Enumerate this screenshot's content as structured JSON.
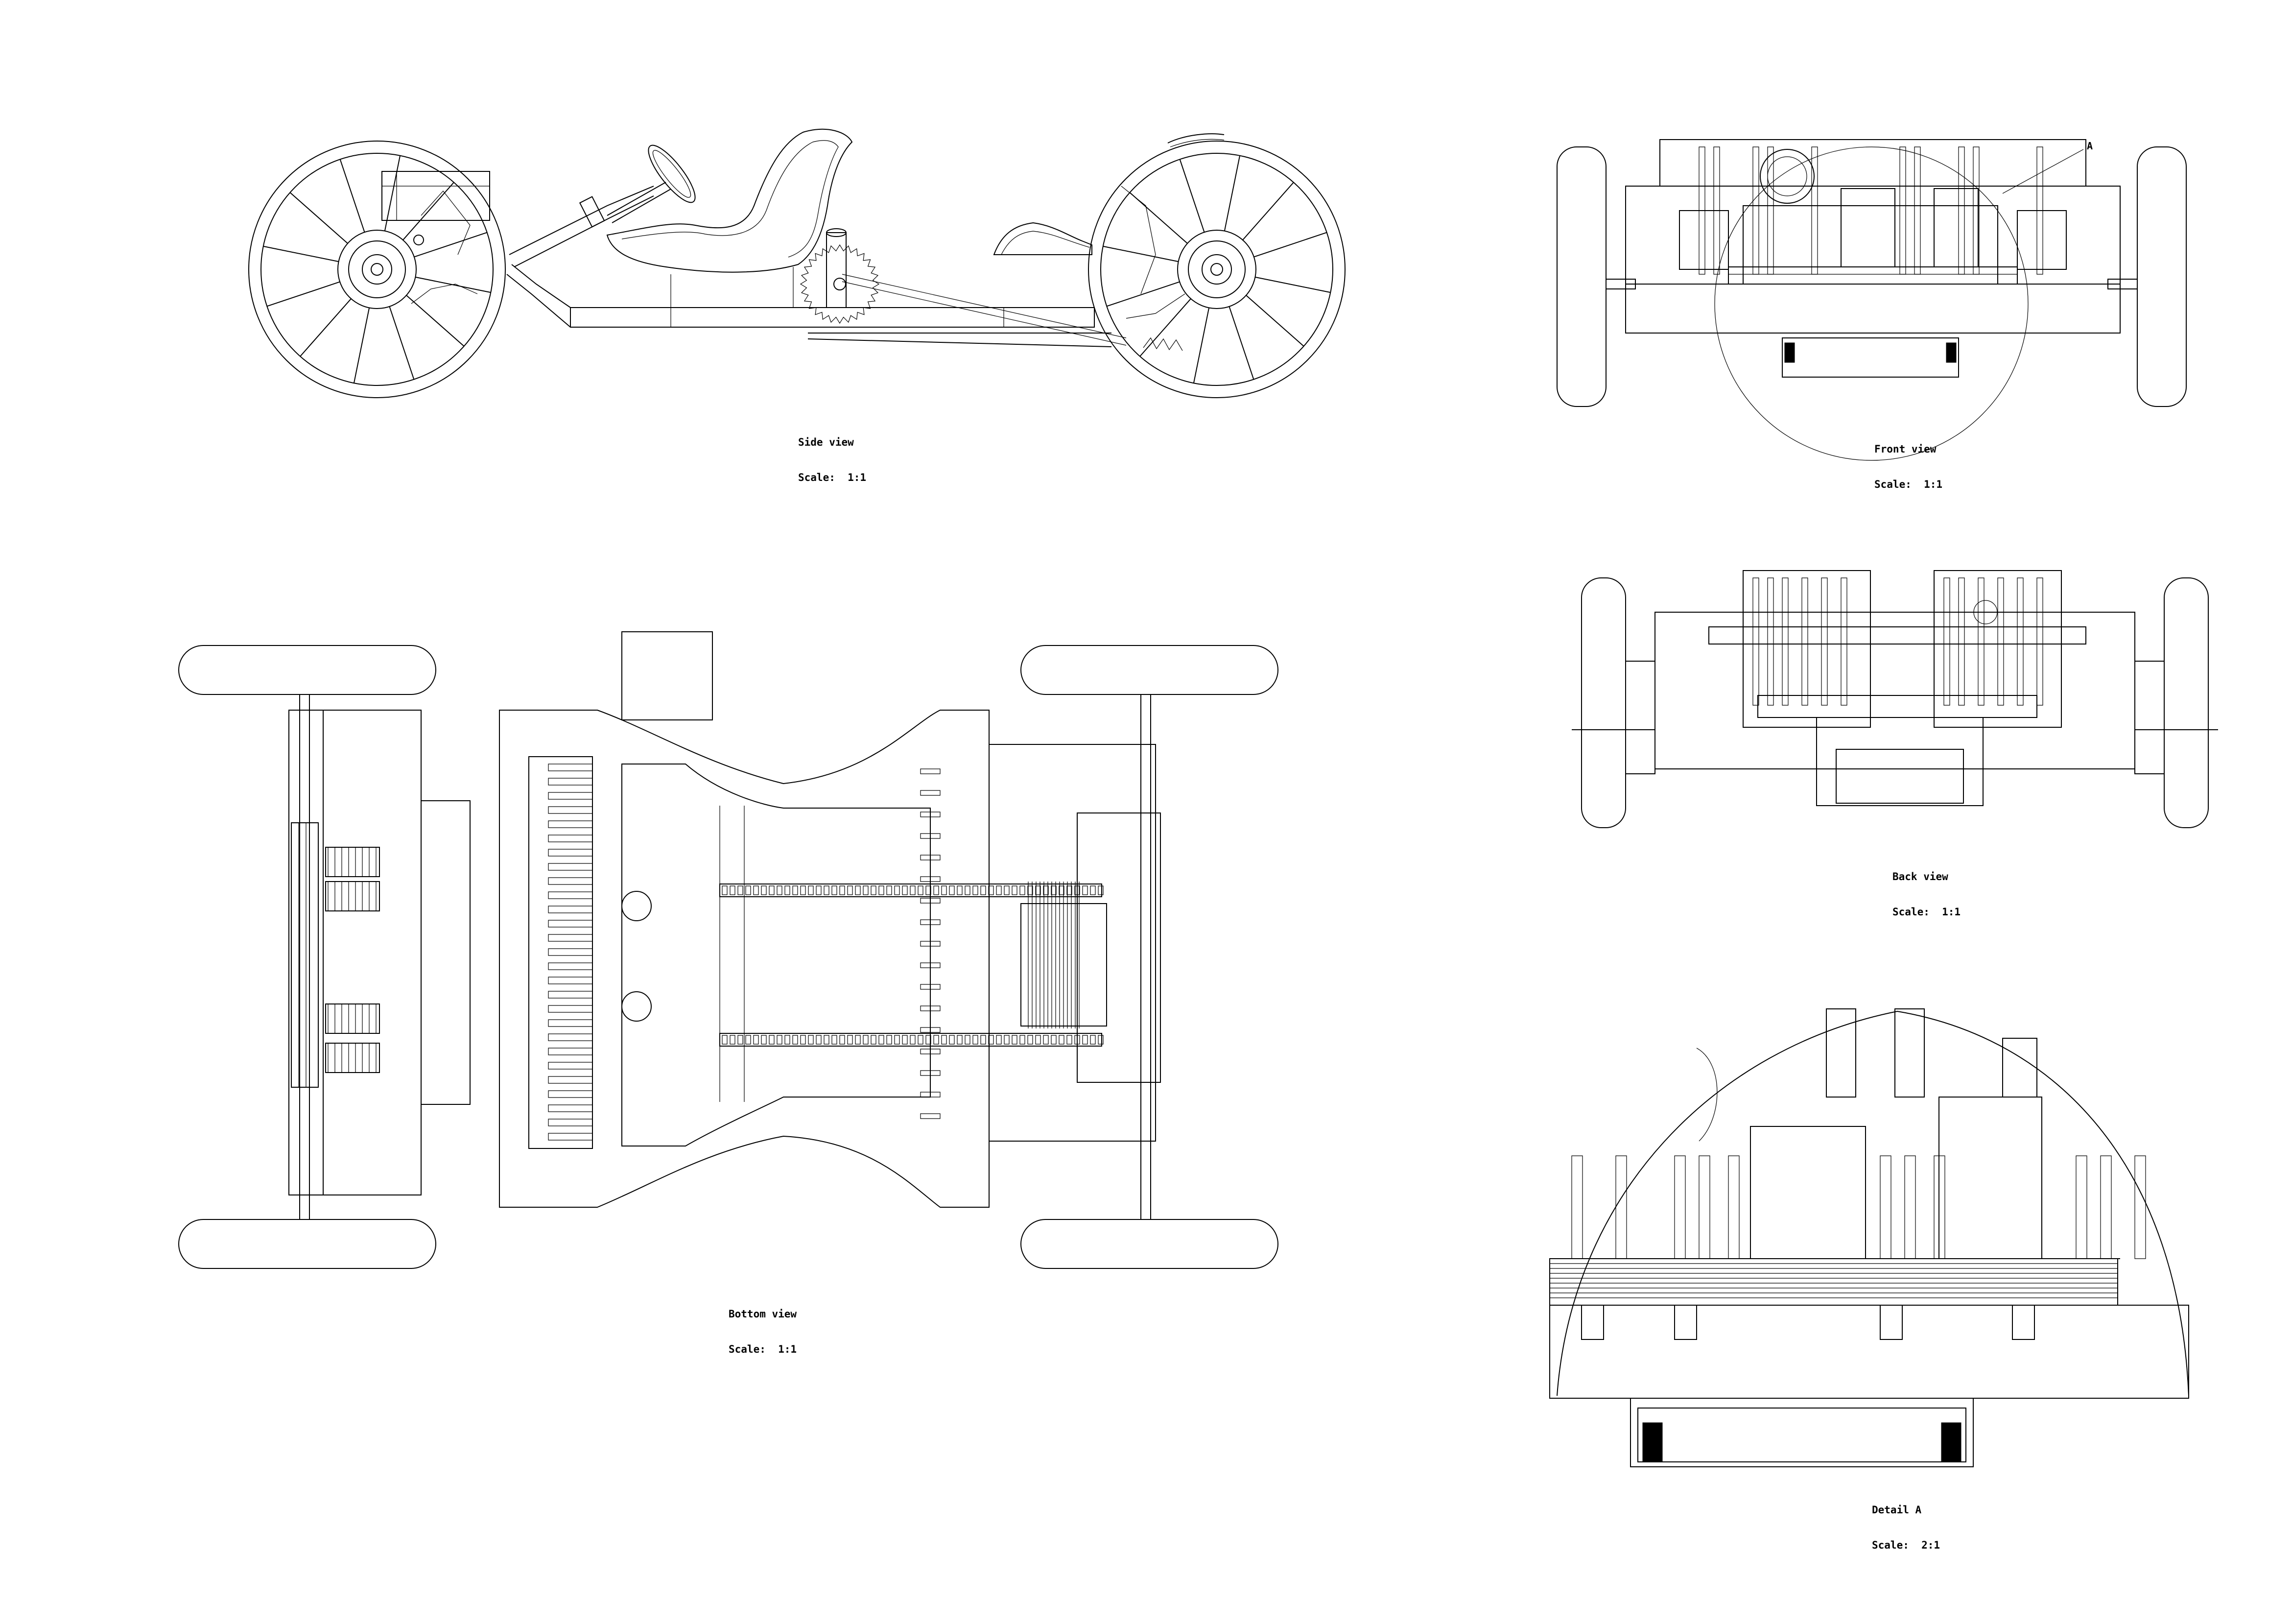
{
  "sheet": {
    "background": "#ffffff",
    "line_color": "#000000"
  },
  "views": {
    "side": {
      "title": "Side view",
      "scale": "Scale:  1:1"
    },
    "front": {
      "title": "Front view",
      "scale": "Scale:  1:1"
    },
    "back": {
      "title": "Back view",
      "scale": "Scale:  1:1"
    },
    "bottom": {
      "title": "Bottom view",
      "scale": "Scale:  1:1"
    },
    "detail": {
      "title": "Detail A",
      "scale": "Scale:  2:1"
    }
  },
  "detail_callout": {
    "label": "A"
  }
}
